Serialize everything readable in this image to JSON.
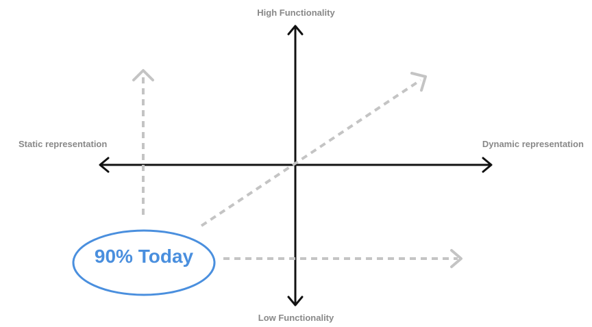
{
  "labels": {
    "top": "High Functionality",
    "bottom": "Low Functionality",
    "left": "Static representation",
    "right": "Dynamic representation"
  },
  "callout": {
    "text": "90% Today",
    "color": "#4a8fde"
  },
  "colors": {
    "axis": "#111111",
    "dashed_arrows": "#c4c4c4",
    "label_text": "#888888"
  }
}
